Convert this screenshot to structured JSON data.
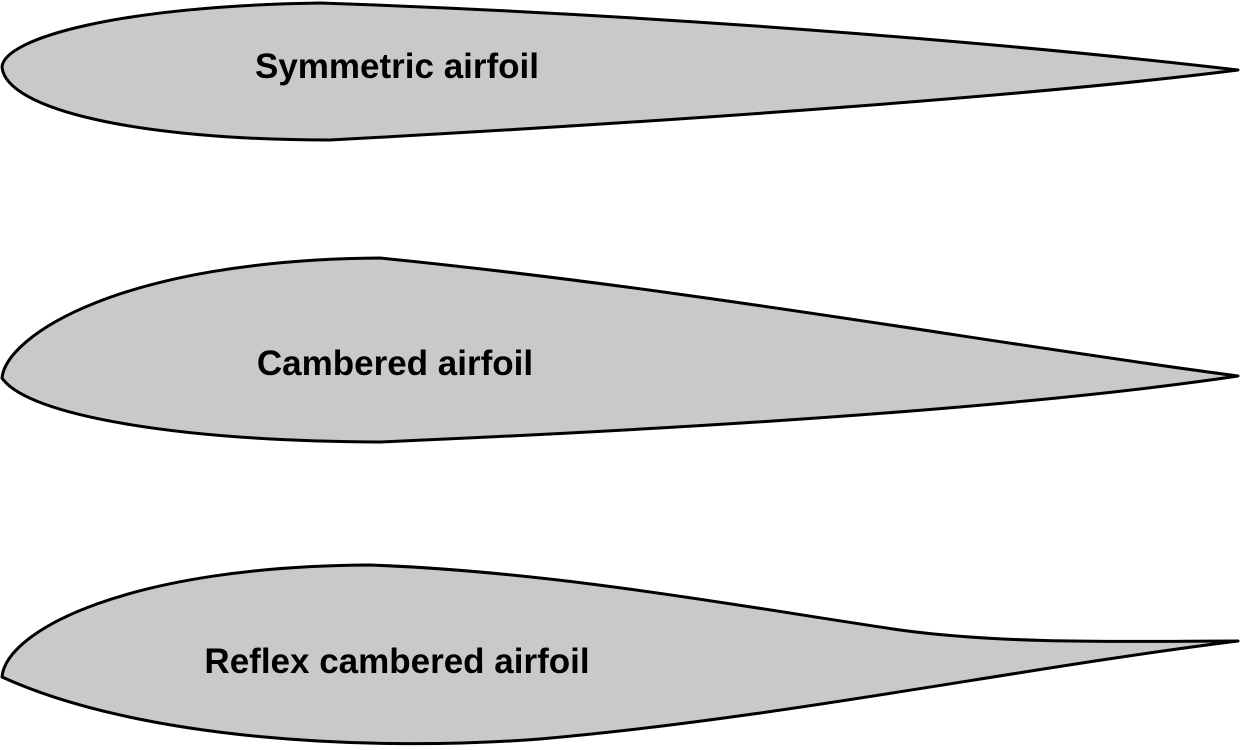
{
  "diagram": {
    "airfoils": [
      {
        "name": "symmetric",
        "label": "Symmetric airfoil"
      },
      {
        "name": "cambered",
        "label": "Cambered airfoil"
      },
      {
        "name": "reflex-cambered",
        "label": "Reflex cambered airfoil"
      }
    ],
    "colors": {
      "airfoil_fill": "#C9C9C9",
      "outline": "#000000",
      "background": "#FFFFFF",
      "label_text": "#000000"
    }
  }
}
